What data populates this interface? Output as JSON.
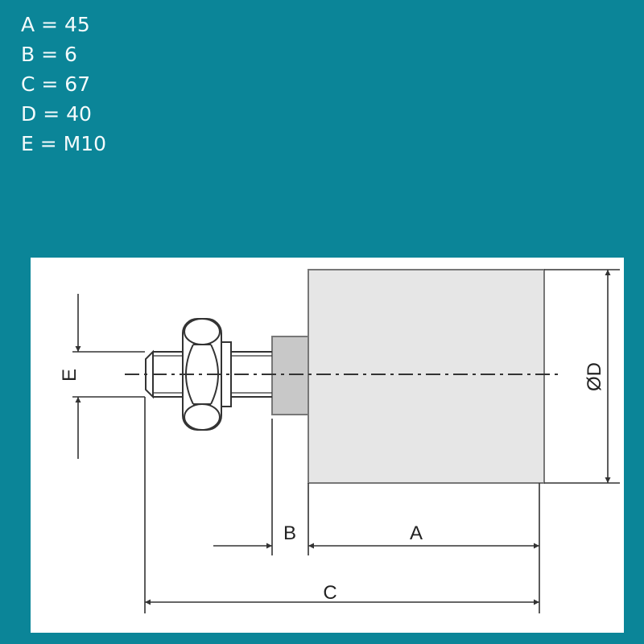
{
  "specs": [
    {
      "key": "A",
      "value": "45",
      "text": "A = 45"
    },
    {
      "key": "B",
      "value": "6",
      "text": "B = 6"
    },
    {
      "key": "C",
      "value": "67",
      "text": "C = 67"
    },
    {
      "key": "D",
      "value": "40",
      "text": "D = 40"
    },
    {
      "key": "E",
      "value": "M10",
      "text": "E = M10"
    }
  ],
  "drawing": {
    "label_a": "A",
    "label_b": "B",
    "label_c": "C",
    "label_d": "ØD",
    "label_e": "E"
  },
  "colors": {
    "background": "#0b8598",
    "panel": "#ffffff",
    "body": "#e6e6e6",
    "collar": "#c8c8c8"
  }
}
